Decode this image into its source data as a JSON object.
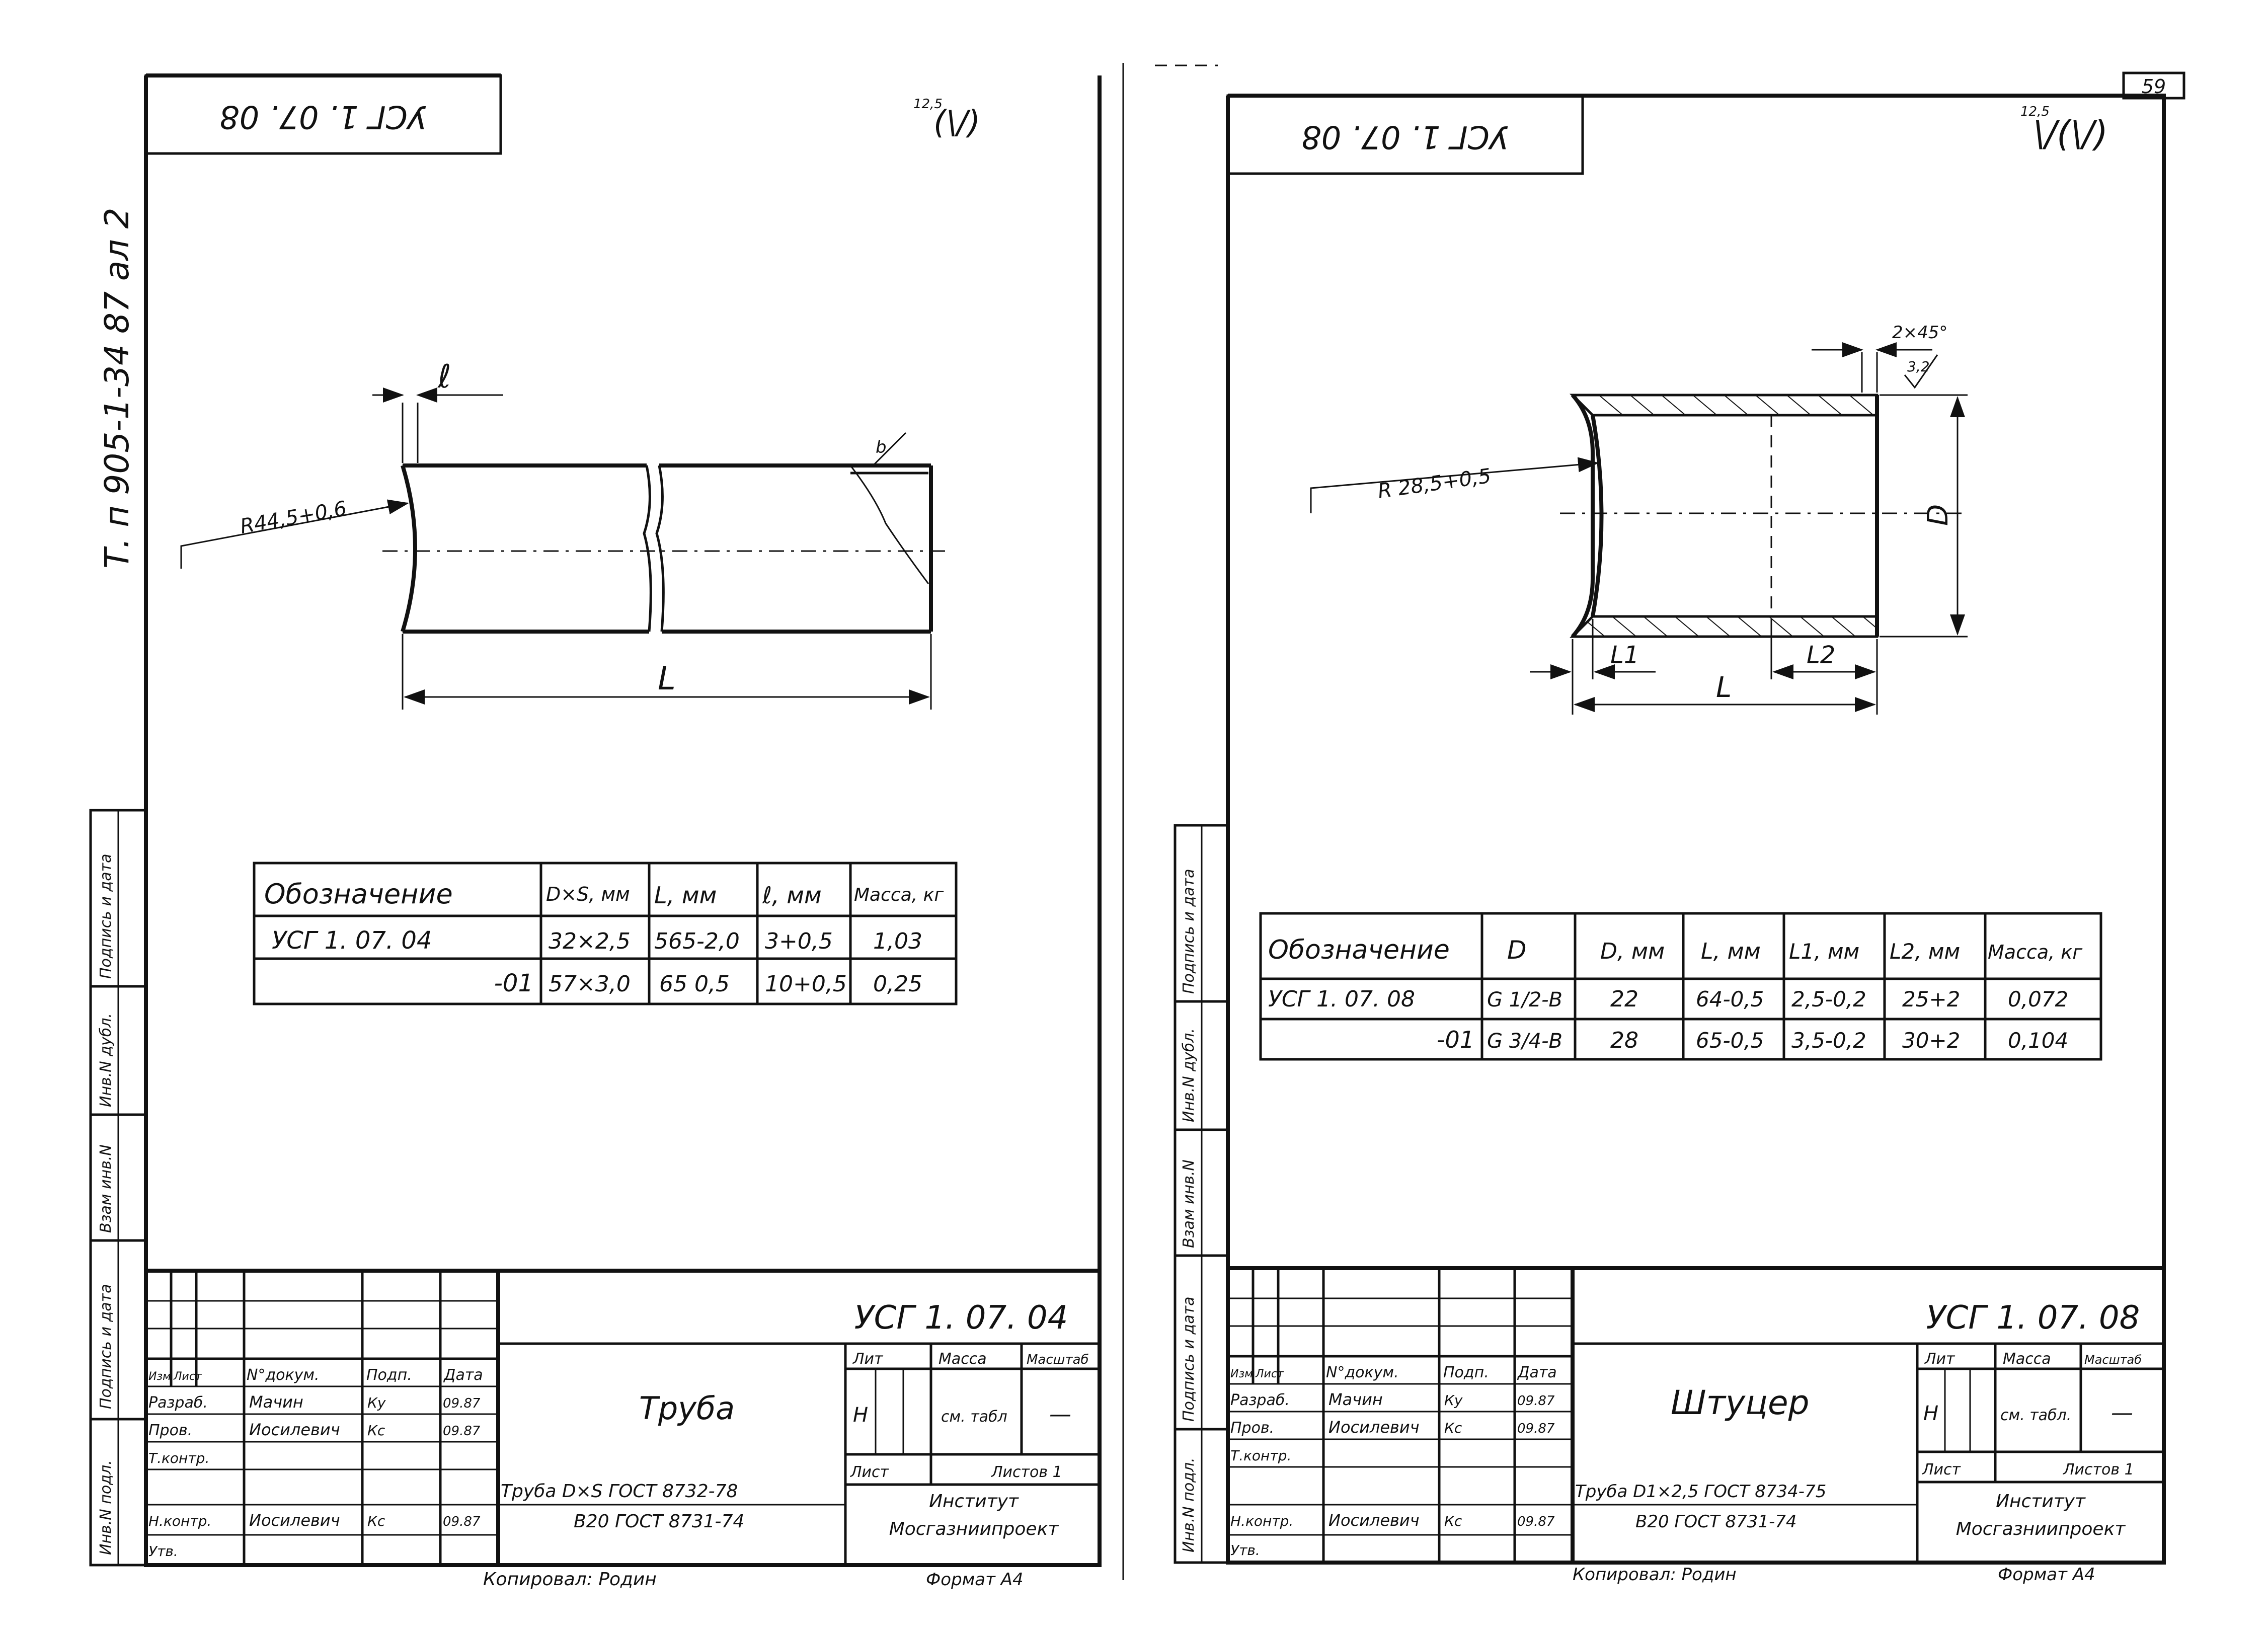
{
  "page_number": "59",
  "side_doc_code": "Т. п 905-1-34 87 ал 2",
  "side_stamp_labels": [
    "Инв.N подл.",
    "Подпись и дата",
    "Взам инв.N",
    "Инв.N дубл.",
    "Подпись и дата"
  ],
  "left": {
    "rotated_code": "УСГ 1. 07. 08",
    "roughness": "12,5",
    "roughness_mark": "(\\/)",
    "drawing": {
      "radius_label": "R44,5+0,6",
      "dim_l": "ℓ",
      "dim_L": "L",
      "chamfer_mark": "b"
    },
    "table": {
      "headers": [
        "Обозначение",
        "D×S, мм",
        "L, мм",
        "ℓ, мм",
        "Масса, кг"
      ],
      "rows": [
        [
          "УСГ 1. 07. 04",
          "32×2,5",
          "565-2,0",
          "3+0,5",
          "1,03"
        ],
        [
          "-01",
          "57×3,0",
          "65 0,5",
          "10+0,5",
          "0,25"
        ]
      ]
    },
    "title_block": {
      "designation": "УСГ 1. 07. 04",
      "name": "Труба",
      "material_line1": "Труба D×S ГОСТ 8732-78",
      "material_line2": "В20 ГОСТ 8731-74",
      "col_headers": [
        "Изм",
        "Лист",
        "N°докум.",
        "Подп.",
        "Дата"
      ],
      "rows": [
        {
          "role": "Разраб.",
          "name": "Мачин",
          "sign": "Ку",
          "date": "09.87"
        },
        {
          "role": "Пров.",
          "name": "Иосилевич",
          "sign": "Кс",
          "date": "09.87"
        },
        {
          "role": "Т.контр.",
          "name": "",
          "sign": "",
          "date": ""
        },
        {
          "role": "",
          "name": "",
          "sign": "",
          "date": ""
        },
        {
          "role": "Н.контр.",
          "name": "Иосилевич",
          "sign": "Кс",
          "date": "09.87"
        },
        {
          "role": "Утв.",
          "name": "",
          "sign": "",
          "date": ""
        }
      ],
      "lit_label": "Лит",
      "mass_label": "Масса",
      "scale_label": "Масштаб",
      "lit_value": "Н",
      "mass_value": "см. табл",
      "scale_value": "—",
      "sheet_label": "Лист",
      "sheets_label": "Листов 1",
      "institute_line1": "Институт",
      "institute_line2": "Мосгазниипроект",
      "copied": "Копировал: Родин",
      "format": "Формат А4"
    }
  },
  "right": {
    "rotated_code": "УСГ 1. 07. 08",
    "roughness": "12,5",
    "roughness_mark": "\\/(\\/)",
    "drawing": {
      "radius_label": "R 28,5+0,5",
      "chamfer": "2×45°",
      "chamfer_rough": "3,2",
      "dim_D": "D",
      "dim_L1": "L1",
      "dim_L": "L",
      "dim_L2": "L2"
    },
    "table": {
      "headers": [
        "Обозначение",
        "D",
        "D, мм",
        "L, мм",
        "L1, мм",
        "L2, мм",
        "Масса, кг"
      ],
      "rows": [
        [
          "УСГ 1. 07. 08",
          "G 1/2-B",
          "22",
          "64-0,5",
          "2,5-0,2",
          "25+2",
          "0,072"
        ],
        [
          "-01",
          "G 3/4-B",
          "28",
          "65-0,5",
          "3,5-0,2",
          "30+2",
          "0,104"
        ]
      ]
    },
    "title_block": {
      "designation": "УСГ 1. 07. 08",
      "name": "Штуцер",
      "material_line1": "Труба D1×2,5 ГОСТ 8734-75",
      "material_line2": "В20 ГОСТ 8731-74",
      "col_headers": [
        "Изм",
        "Лист",
        "N°докум.",
        "Подп.",
        "Дата"
      ],
      "rows": [
        {
          "role": "Разраб.",
          "name": "Мачин",
          "sign": "Ку",
          "date": "09.87"
        },
        {
          "role": "Пров.",
          "name": "Иосилевич",
          "sign": "Кс",
          "date": "09.87"
        },
        {
          "role": "Т.контр.",
          "name": "",
          "sign": "",
          "date": ""
        },
        {
          "role": "",
          "name": "",
          "sign": "",
          "date": ""
        },
        {
          "role": "Н.контр.",
          "name": "Иосилевич",
          "sign": "Кс",
          "date": "09.87"
        },
        {
          "role": "Утв.",
          "name": "",
          "sign": "",
          "date": ""
        }
      ],
      "lit_label": "Лит",
      "mass_label": "Масса",
      "scale_label": "Масштаб",
      "lit_value": "Н",
      "mass_value": "см. табл.",
      "scale_value": "—",
      "sheet_label": "Лист",
      "sheets_label": "Листов 1",
      "institute_line1": "Институт",
      "institute_line2": "Мосгазниипроект",
      "copied": "Копировал: Родин",
      "format": "Формат А4"
    }
  }
}
